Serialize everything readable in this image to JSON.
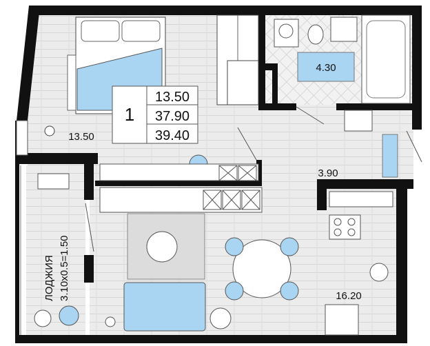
{
  "plan": {
    "apartment_table": {
      "rooms_count": "1",
      "living_area": "13.50",
      "total_area": "37.90",
      "total_area_with_loggia": "39.40"
    },
    "rooms": {
      "bedroom_area": "13.50",
      "bathroom_area": "4.30",
      "hallway_area": "3.90",
      "kitchen_living_area": "16.20"
    },
    "loggia": {
      "title": "ЛОДЖИЯ",
      "dimensions": "3.10x0.5=1.50"
    },
    "colors": {
      "wall": "#111111",
      "floor": "#ececec",
      "accent_blue": "#a9d4f2"
    }
  }
}
